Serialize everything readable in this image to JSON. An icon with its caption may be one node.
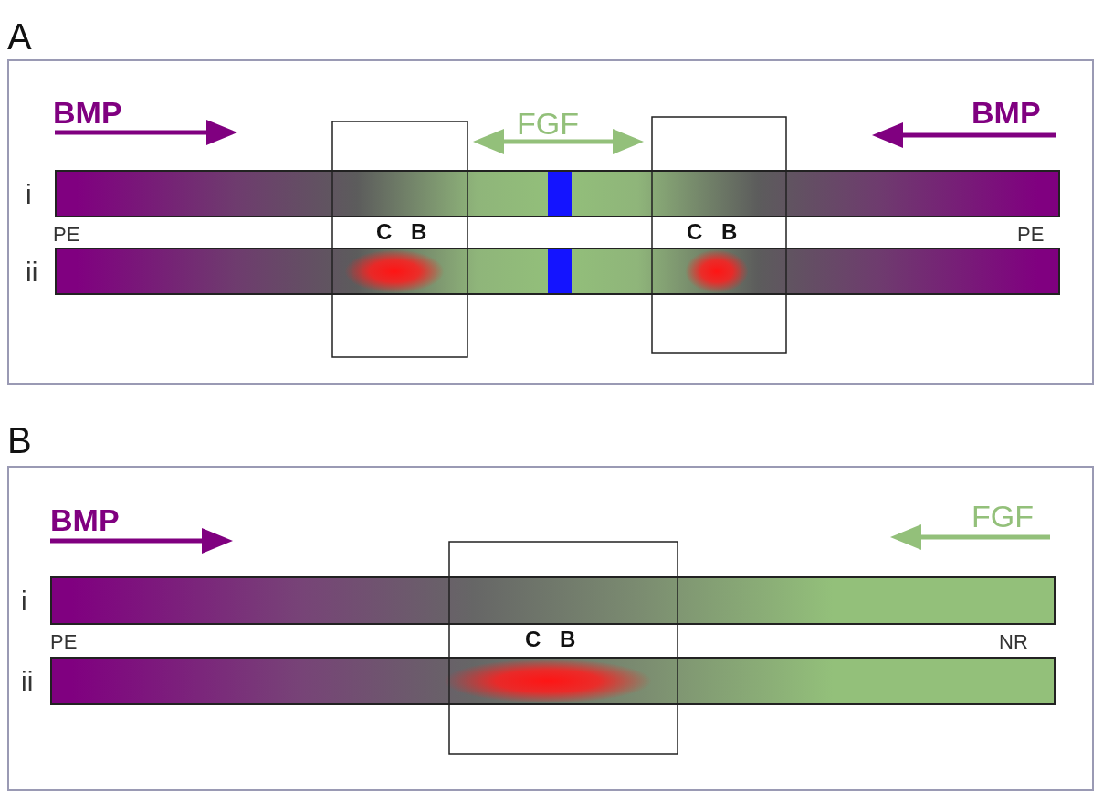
{
  "diagram": {
    "nodes": [
      {
        "text": [
          "A"
        ]
      },
      {
        "text": [
          "B"
        ]
      },
      {
        "text": [],
        "shape": "bar",
        "in": 0,
        "beside": [
          "i"
        ]
      },
      {
        "text": [],
        "shape": "bar",
        "in": 0,
        "beside": [
          "ii"
        ]
      },
      {
        "text": [],
        "shape": "bar",
        "in": 1,
        "beside": [
          "i"
        ]
      },
      {
        "text": [],
        "shape": "bar",
        "in": 1,
        "beside": [
          "ii"
        ]
      }
    ],
    "edges": [],
    "labels": [
      "BMP",
      "FGF",
      "BMP",
      "PE",
      "C",
      "B",
      "C",
      "B",
      "PE",
      "BMP",
      "FGF",
      "PE",
      "C",
      "B",
      "NR"
    ]
  }
}
